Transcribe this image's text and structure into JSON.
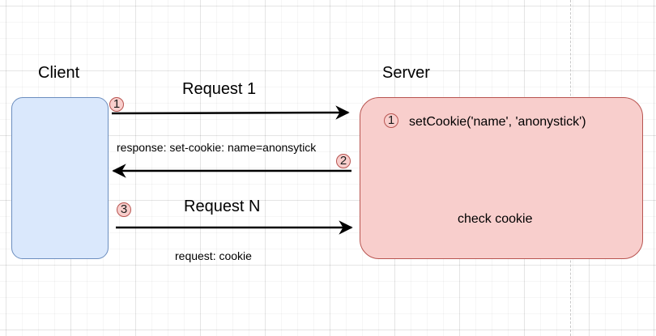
{
  "client": {
    "title": "Client"
  },
  "server": {
    "title": "Server",
    "set_cookie_code": "setCookie('name', 'anonystick')",
    "check_label": "check cookie"
  },
  "requests": {
    "first_label": "Request 1",
    "response_label": "response: set-cookie: name=anonsytick",
    "nth_label": "Request N",
    "nth_sub_label": "request: cookie"
  },
  "badges": {
    "one": "1",
    "server_one": "1",
    "two": "2",
    "three": "3"
  },
  "colors": {
    "client_fill": "#dae8fc",
    "client_stroke": "#6c8ebf",
    "server_fill": "#f8cecc",
    "server_stroke": "#b85450"
  }
}
